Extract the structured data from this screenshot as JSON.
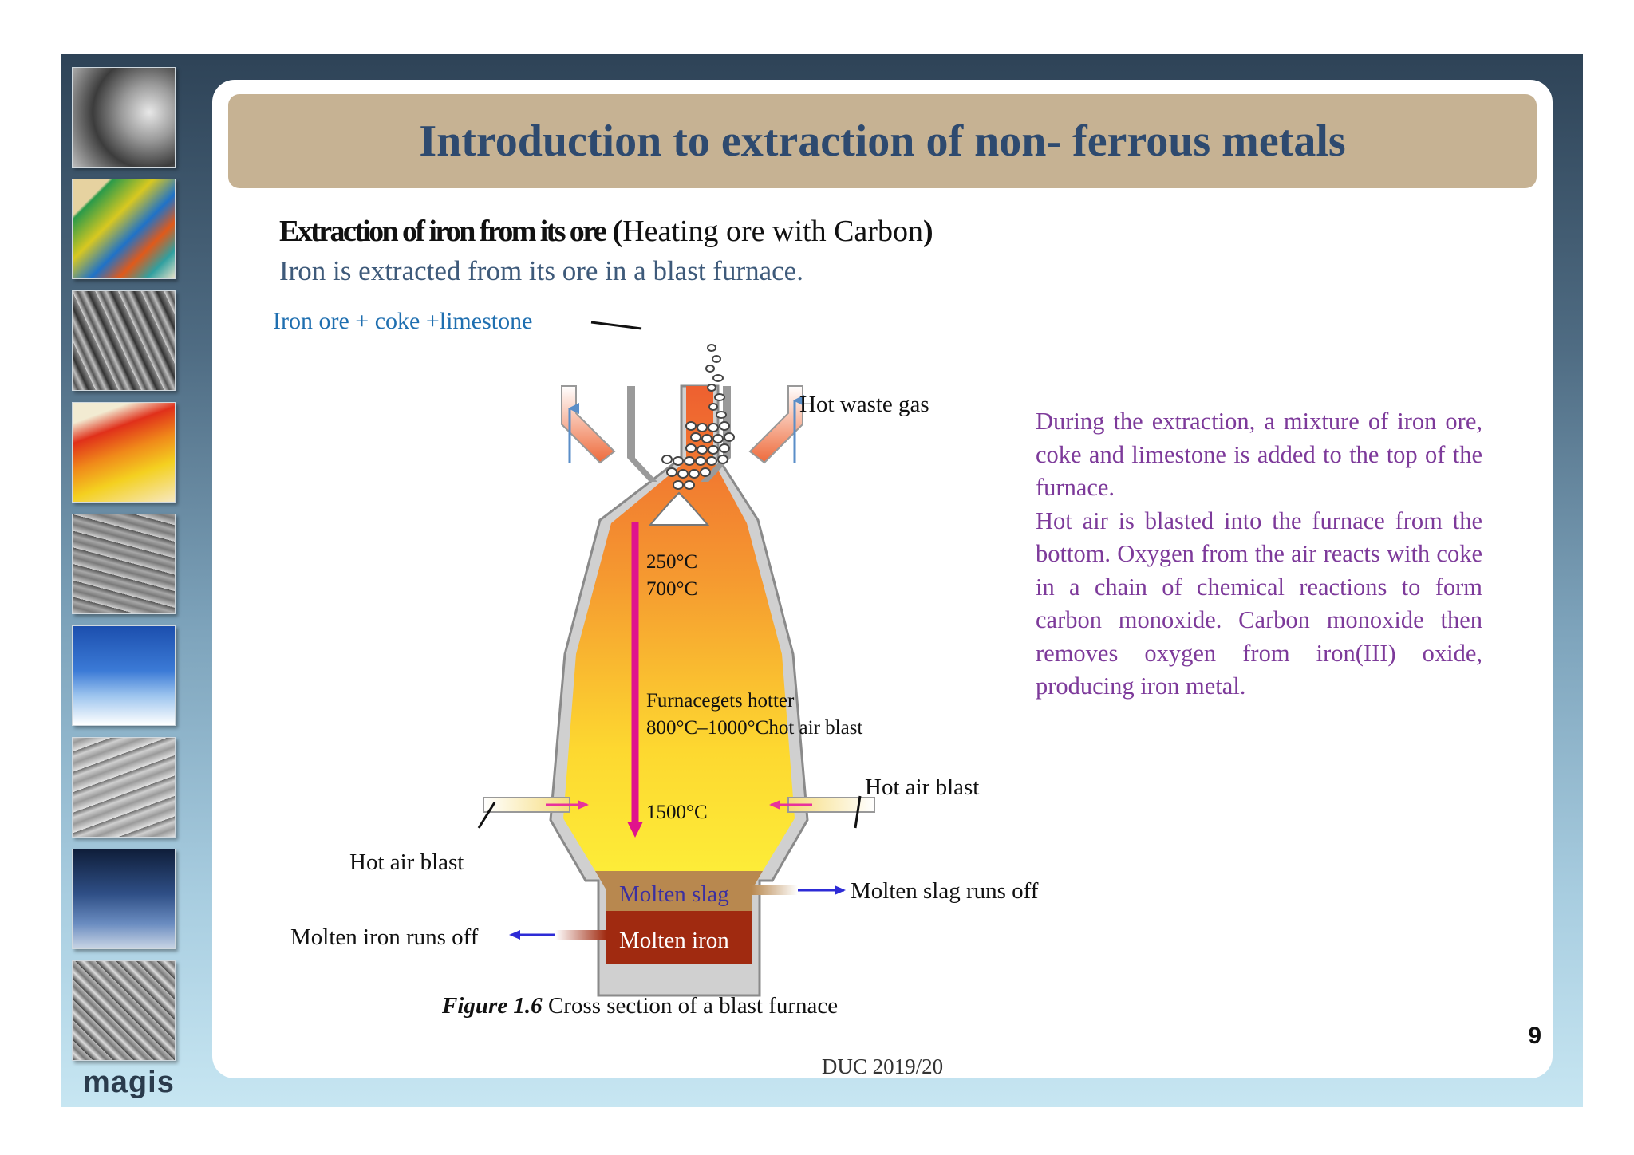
{
  "title": "Introduction to extraction of non- ferrous metals",
  "heading": {
    "bold": "Extraction of iron from its ore",
    "open_paren": "(",
    "note": "Heating ore with Carbon",
    "close_paren": ")"
  },
  "intro": "Iron is extracted from its ore in a blast furnace.",
  "diagram": {
    "feed_label": "Iron ore + coke +limestone",
    "waste_gas": "Hot waste gas",
    "temp_250": "250°C",
    "temp_700": "700°C",
    "hotter": "Furnacegets  hotter",
    "temp_800": "800°C–1000°Chot air blast",
    "temp_1500": "1500°C",
    "hot_air_right": "Hot air blast",
    "hot_air_left": "Hot air blast",
    "slag": "Molten slag",
    "slag_out": "Molten slag runs off",
    "iron": "Molten iron",
    "iron_out": "Molten iron runs off",
    "caption_fig": "Figure 1.6",
    "caption_text": "Cross section of a  blast furnace"
  },
  "description": [
    "During the extraction, a mixture of iron ore, coke  and limestone is added to the top of the furnace.",
    "Hot air is blasted into the furnace from the bottom.  Oxygen from the air reacts with coke in a chain of  chemical reactions to form carbon monoxide. Carbon monoxide then removes oxygen from  iron(III) oxide, producing iron metal."
  ],
  "footer": "DUC 2019/20",
  "page_number": "9",
  "brand": "magis",
  "sidebar_images": [
    "turbine-photo",
    "simulation-block",
    "fiber-micrograph",
    "stress-cube",
    "dendrite-micrograph",
    "airplane-photo",
    "fracture-micrograph",
    "wind-turbine-photo",
    "grain-micrograph"
  ],
  "colors": {
    "title_bar": "#c6b293",
    "title_text": "#2e4a6f",
    "description_text": "#7d3a9a",
    "feed_label": "#1f6fb0",
    "slag": "#b8884f",
    "iron": "#a02a10",
    "arrow_magenta": "#e0138c",
    "arrow_blue": "#2d2bd6"
  }
}
